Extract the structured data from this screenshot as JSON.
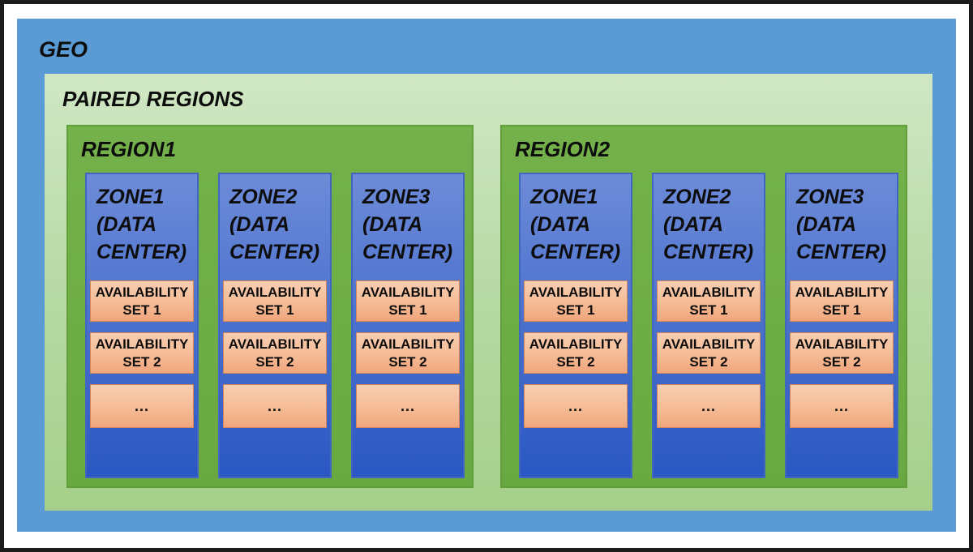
{
  "geo": {
    "label": "GEO"
  },
  "paired": {
    "label": "PAIRED REGIONS"
  },
  "regions": [
    {
      "label": "REGION1",
      "zones": [
        {
          "title": "ZONE1 (DATA CENTER)",
          "sets": [
            "AVAILABILITY SET 1",
            "AVAILABILITY SET 2",
            "..."
          ]
        },
        {
          "title": "ZONE2 (DATA CENTER)",
          "sets": [
            "AVAILABILITY SET 1",
            "AVAILABILITY SET 2",
            "..."
          ]
        },
        {
          "title": "ZONE3 (DATA CENTER)",
          "sets": [
            "AVAILABILITY SET 1",
            "AVAILABILITY SET 2",
            "..."
          ]
        }
      ]
    },
    {
      "label": "REGION2",
      "zones": [
        {
          "title": "ZONE1 (DATA CENTER)",
          "sets": [
            "AVAILABILITY SET 1",
            "AVAILABILITY SET 2",
            "..."
          ]
        },
        {
          "title": "ZONE2 (DATA CENTER)",
          "sets": [
            "AVAILABILITY SET 1",
            "AVAILABILITY SET 2",
            "..."
          ]
        },
        {
          "title": "ZONE3 (DATA CENTER)",
          "sets": [
            "AVAILABILITY SET 1",
            "AVAILABILITY SET 2",
            "..."
          ]
        }
      ]
    }
  ],
  "colors": {
    "frame_border": "#1c1c1c",
    "geo_blue": "#5b9bd5",
    "paired_green_top": "#d0e7c4",
    "paired_green_bottom": "#a5cf8a",
    "region_green": "#70ad47",
    "region_border": "#5f9e39",
    "zone_blue_top": "#6d8bd8",
    "zone_blue_bottom": "#2a57c3",
    "zone_border": "#4066c0",
    "set_peach_top": "#f9cdb0",
    "set_peach_bottom": "#f0a67c",
    "set_border": "#d3875a",
    "text": "#0d0d0d"
  }
}
